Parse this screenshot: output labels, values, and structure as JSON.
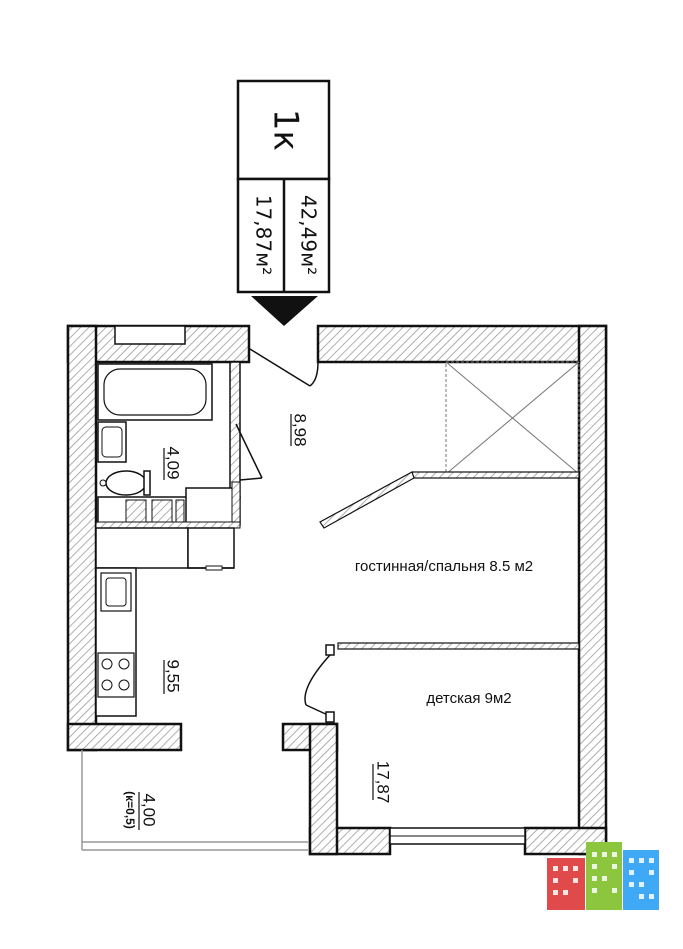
{
  "legend": {
    "type_label": "1к",
    "total_area": "42,49м²",
    "living_area": "17,87м²"
  },
  "rooms": {
    "hall": "8,98",
    "bathroom": "4,09",
    "kitchen": "9,55",
    "living_bedroom": "гостинная/спальня 8.5 м2",
    "kids_room": "детская 9м2",
    "living_total": "17,87",
    "balcony_area": "4,00",
    "balcony_coef": "(к=0,5)"
  },
  "colors": {
    "wall": "#111111",
    "hatch": "#9a9a9a",
    "logo_red": "#e04a4a",
    "logo_green": "#8cc63f",
    "logo_blue": "#3fa9f5"
  }
}
